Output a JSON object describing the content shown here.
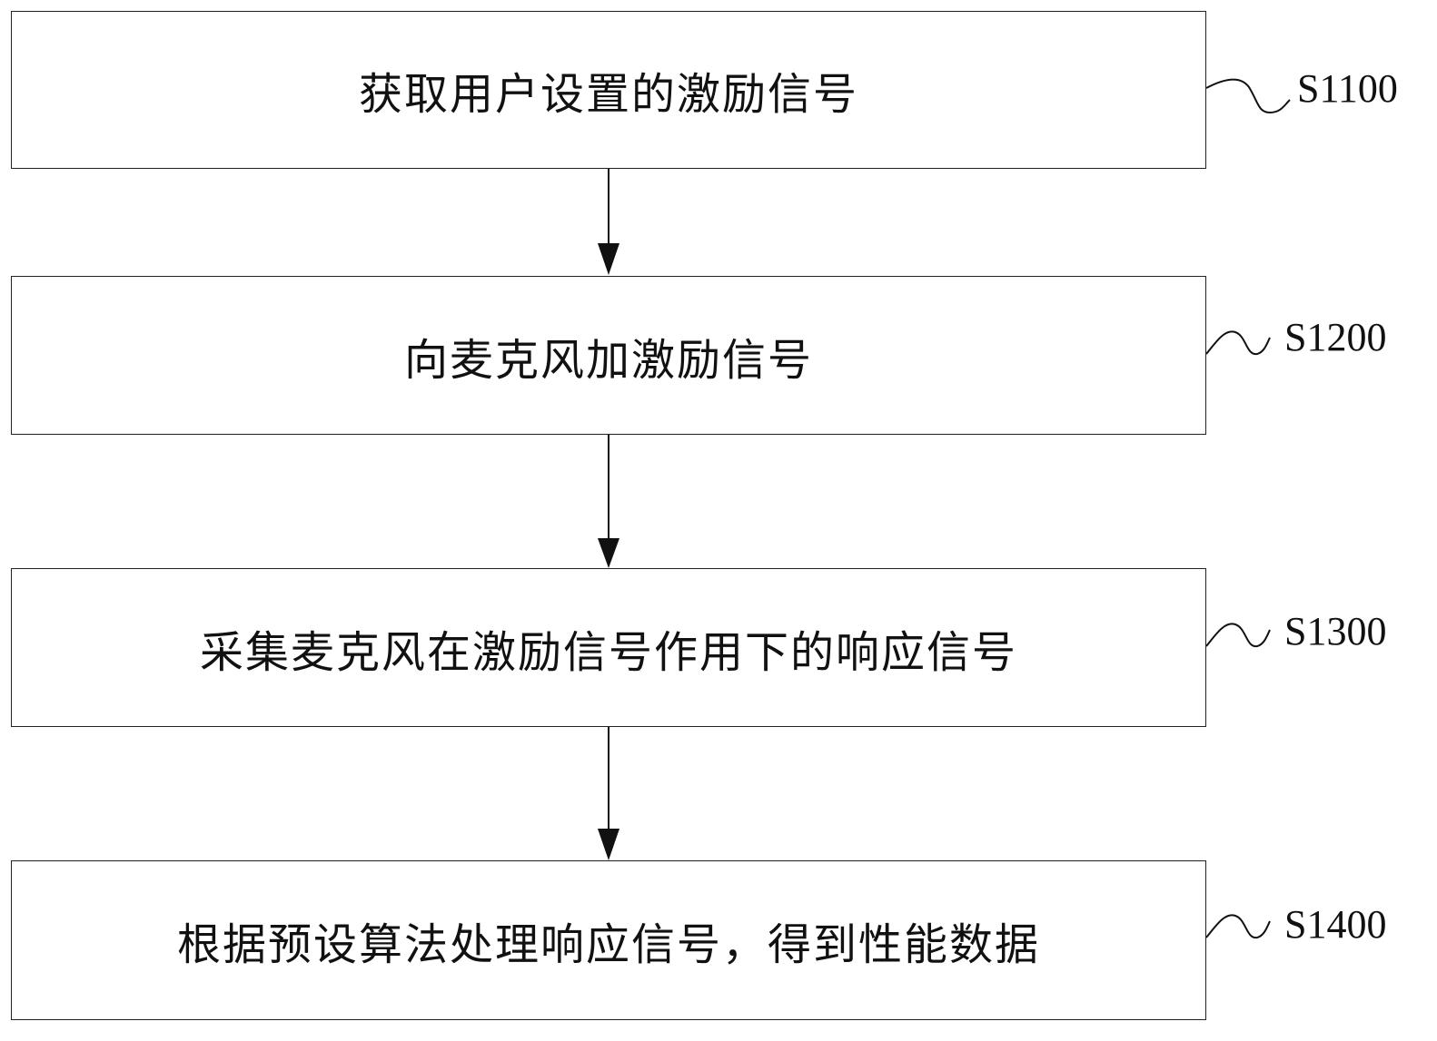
{
  "steps": [
    {
      "id": "S1100",
      "text": "获取用户设置的激励信号"
    },
    {
      "id": "S1200",
      "text": "向麦克风加激励信号"
    },
    {
      "id": "S1300",
      "text": "采集麦克风在激励信号作用下的响应信号"
    },
    {
      "id": "S1400",
      "text": "根据预设算法处理响应信号，得到性能数据"
    }
  ]
}
